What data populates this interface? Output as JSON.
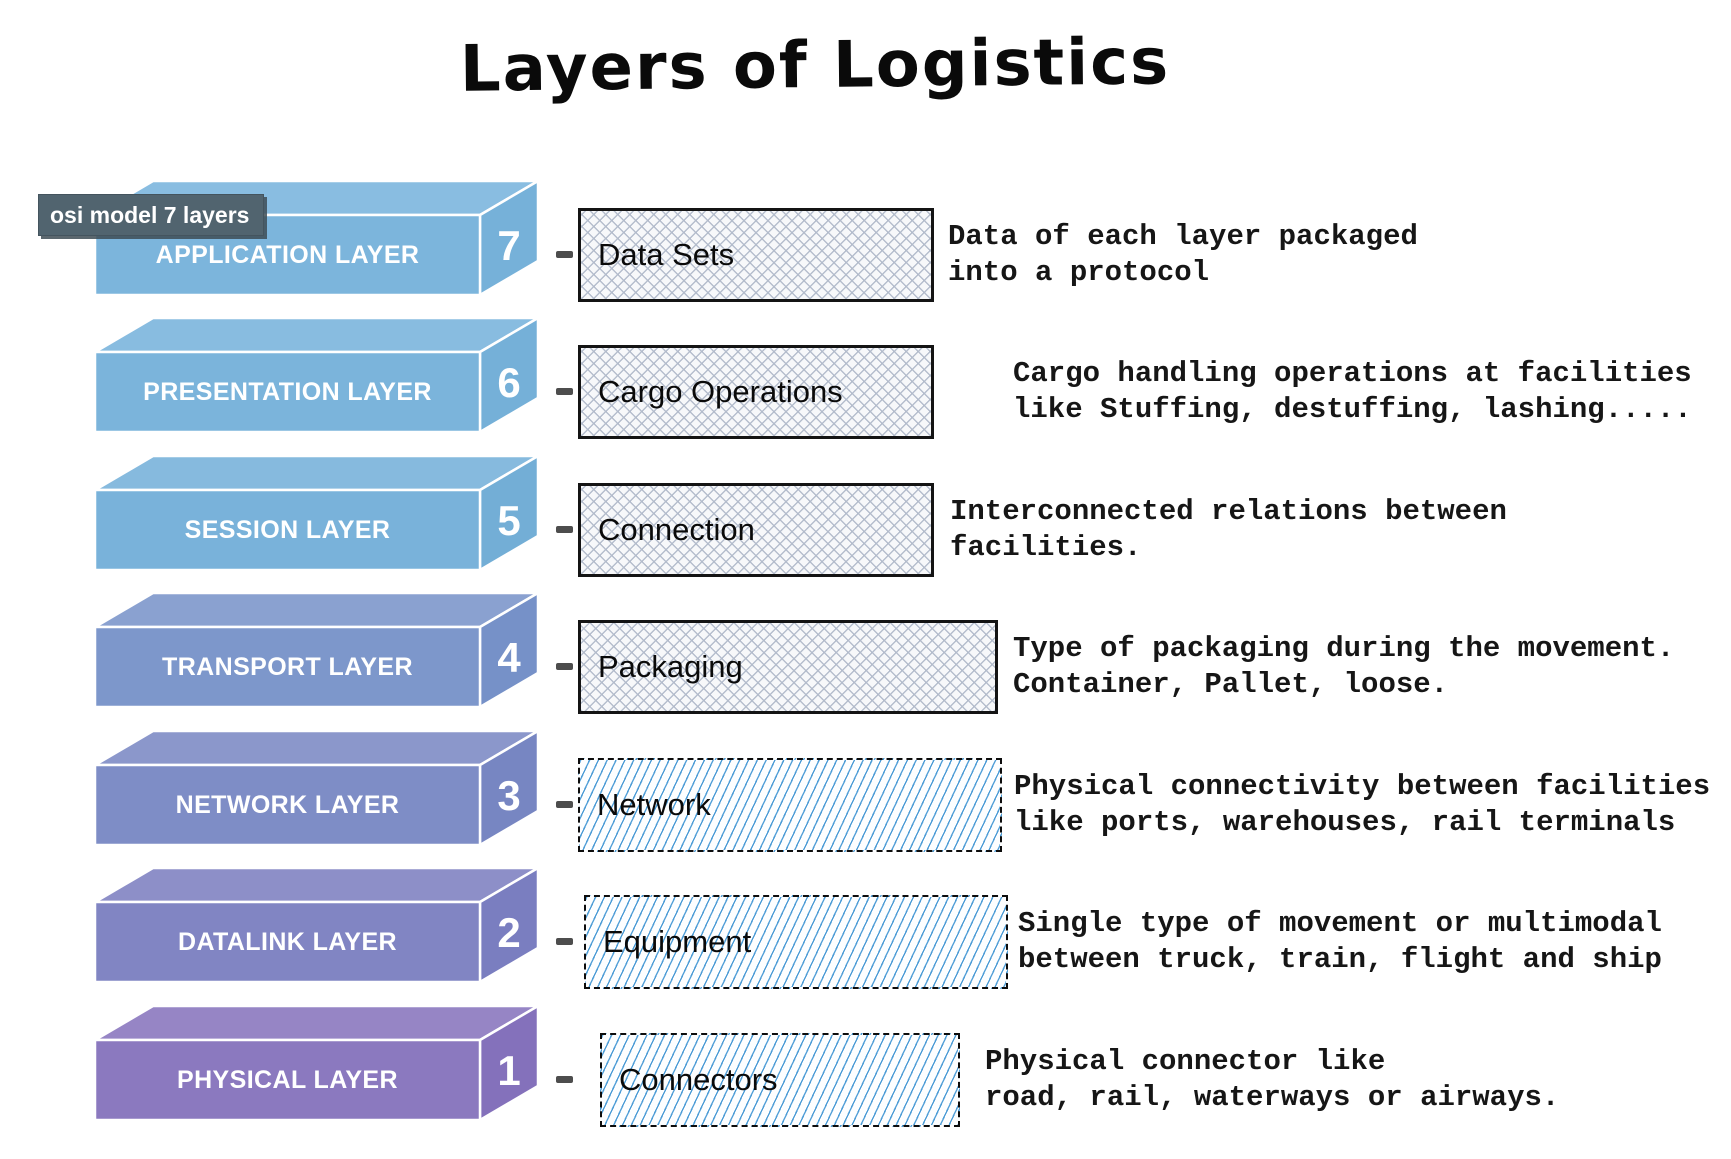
{
  "title": "Layers of Logistics",
  "tooltip": {
    "label": "osi model 7 layers"
  },
  "legend": {
    "gray_hatch_color": "#b2bbcb",
    "blue_hatch_color": "#3b92d2",
    "tooltip_bg": "#51646f"
  },
  "layers": [
    {
      "osi_name": "APPLICATION LAYER",
      "number": "7",
      "logistics_label": "Data Sets",
      "description": "Data of each layer packaged\ninto a protocol",
      "hatch_style": "gray-crosshatch",
      "front_color": "#7cb5dc",
      "top_color": "#89bde1",
      "side_color": "#76b1d9"
    },
    {
      "osi_name": "PRESENTATION LAYER",
      "number": "6",
      "logistics_label": "Cargo Operations",
      "description": "Cargo handling operations at facilities\nlike Stuffing, destuffing, lashing.....",
      "hatch_style": "gray-crosshatch",
      "front_color": "#7bb4db",
      "top_color": "#88bce0",
      "side_color": "#75b0d8"
    },
    {
      "osi_name": "SESSION LAYER",
      "number": "5",
      "logistics_label": "Connection",
      "description": "Interconnected relations between\nfacilities.",
      "hatch_style": "gray-crosshatch",
      "front_color": "#79b2da",
      "top_color": "#86bade",
      "side_color": "#73aed6"
    },
    {
      "osi_name": "TRANSPORT LAYER",
      "number": "4",
      "logistics_label": "Packaging",
      "description": "Type of packaging during the movement.\nContainer, Pallet, loose.",
      "hatch_style": "gray-crosshatch",
      "front_color": "#7d97cb",
      "top_color": "#8aa1d0",
      "side_color": "#7691c8"
    },
    {
      "osi_name": "NETWORK LAYER",
      "number": "3",
      "logistics_label": "Network",
      "description": "Physical connectivity between facilities\nlike ports, warehouses, rail terminals",
      "hatch_style": "blue-diagonal",
      "front_color": "#7e8dc6",
      "top_color": "#8b97cb",
      "side_color": "#7786c2"
    },
    {
      "osi_name": "DATALINK LAYER",
      "number": "2",
      "logistics_label": "Equipment",
      "description": "Single type of movement or multimodal\nbetween truck, train, flight and ship",
      "hatch_style": "blue-diagonal",
      "front_color": "#8185c3",
      "top_color": "#8d8fc8",
      "side_color": "#7a7ec0"
    },
    {
      "osi_name": "PHYSICAL LAYER",
      "number": "1",
      "logistics_label": "Connectors",
      "description": "Physical connector like\nroad, rail, waterways or airways.",
      "hatch_style": "blue-diagonal",
      "front_color": "#8b79bf",
      "top_color": "#9685c5",
      "side_color": "#8471bb"
    }
  ]
}
